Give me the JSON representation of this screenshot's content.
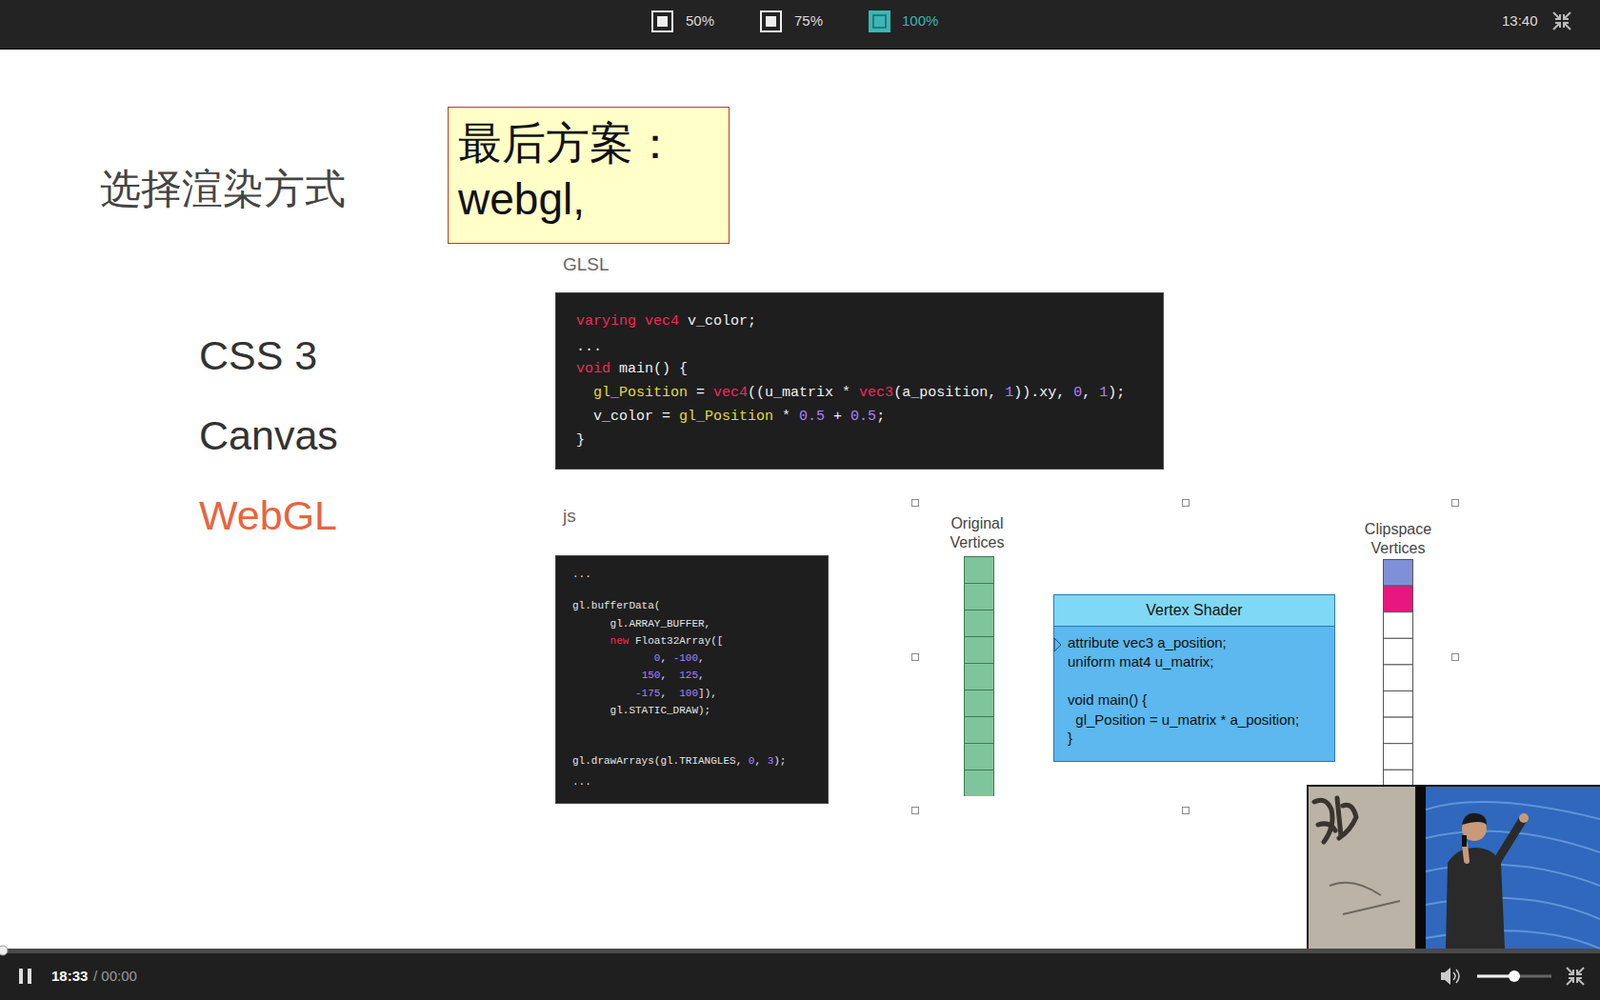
{
  "diagram": {
    "title": "选择渲染方式",
    "nodes": [
      {
        "text": [
          "最后方案： webgl,"
        ]
      },
      {
        "text": [
          "GLSL",
          "varying vec4 v_color;",
          "...",
          "void main() {",
          "  gl_Position = vec4((u_matrix * vec3(a_position, 1)).xy, 0, 1);",
          "  v_color = gl_Position * 0.5 + 0.5;",
          "}"
        ]
      },
      {
        "text": [
          "js",
          "...",
          "gl.bufferData(",
          "      gl.ARRAY_BUFFER,",
          "      new Float32Array([",
          "             0, -100,",
          "           150,  125,",
          "          -175,  100]),",
          "      gl.STATIC_DRAW);",
          "gl.drawArrays(gl.TRIANGLES, 0, 3);",
          "..."
        ]
      },
      {
        "text": [
          "Original Vertices"
        ]
      },
      {
        "text": [
          "Vertex Shader",
          "attribute vec3 a_position;",
          "uniform mat4 u_matrix;",
          "void main() {",
          "  gl_Position = u_matrix * a_position;",
          "}"
        ]
      },
      {
        "text": [
          "Clipspace Vertices"
        ]
      }
    ],
    "labels": [
      "50%",
      "75%",
      "100%",
      "13:40",
      "CSS 3",
      "Canvas",
      "WebGL",
      "18:33",
      "/ 00:00"
    ]
  }
}
